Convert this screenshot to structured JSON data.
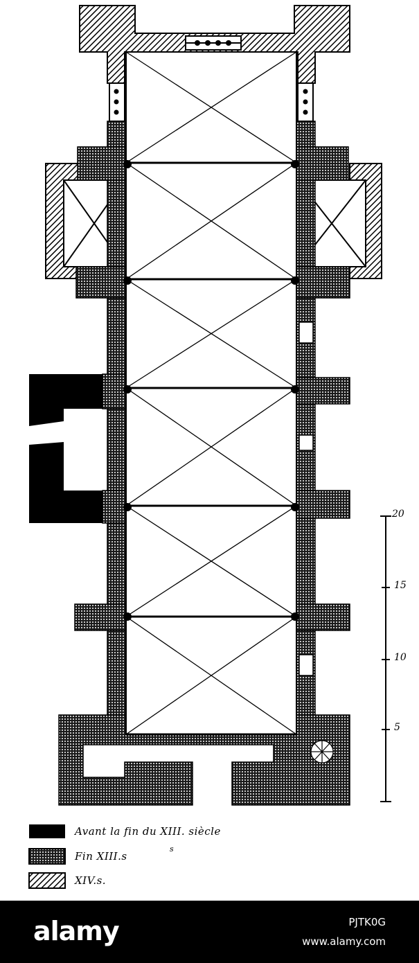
{
  "legend": [
    {
      "text": "Avant la fin du XIII. siècle",
      "pattern": "solid",
      "color": "#000000"
    },
    {
      "text": "Fin XIII.s",
      "pattern": "dotted",
      "color": "#000000"
    },
    {
      "text": "XIV.s.",
      "pattern": "hatched",
      "color": "#000000"
    }
  ],
  "legend_superscript": "s",
  "scale": {
    "labels": [
      "20",
      "15",
      "10",
      "5"
    ]
  },
  "footer": {
    "brand": "alamy",
    "image_id": "PJTK0G",
    "site": "www.alamy.com"
  },
  "colors": {
    "ink": "#000000",
    "paper": "#ffffff",
    "footer_bg": "#000000"
  }
}
